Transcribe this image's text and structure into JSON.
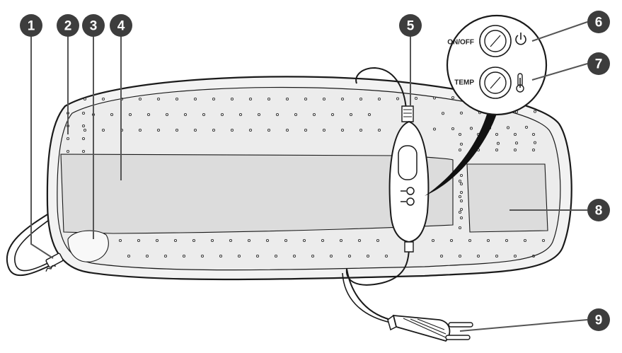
{
  "controller_popout": {
    "on_off_label": "ON/OFF",
    "temp_label": "TEMP",
    "power_icon": "power-icon",
    "thermometer_icon": "thermometer-icon"
  },
  "callouts": [
    {
      "number": "1"
    },
    {
      "number": "2"
    },
    {
      "number": "3"
    },
    {
      "number": "4"
    },
    {
      "number": "5"
    },
    {
      "number": "6"
    },
    {
      "number": "7"
    },
    {
      "number": "8"
    },
    {
      "number": "9"
    }
  ],
  "colors": {
    "pad_fill": "#e9e9e9",
    "band_fill": "#dcdcdc",
    "callout_badge": "#3d3d3d",
    "outline": "#1a1a1a"
  }
}
